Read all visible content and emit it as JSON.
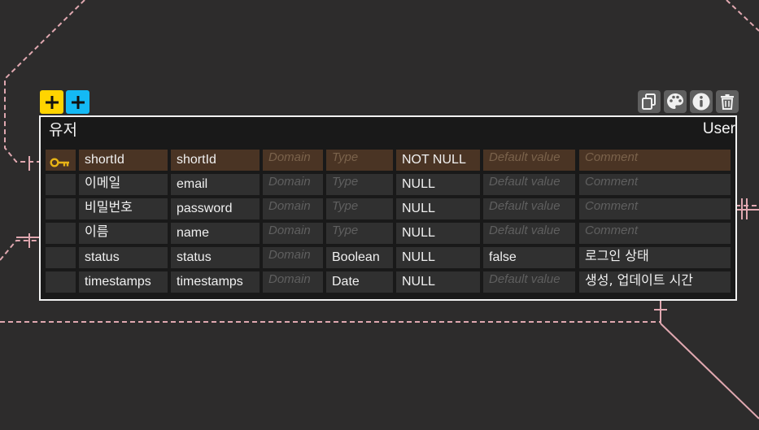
{
  "entity": {
    "logical_name": "유저",
    "physical_name": "User"
  },
  "colors": {
    "add_column_button": "#ffd400",
    "add_index_button": "#14b9f5",
    "relationship_line": "#e0a8b0",
    "primary_key_icon": "#e8b415",
    "primary_key_row": "#4a3424"
  },
  "icons": {
    "add_column": "plus",
    "add_index": "plus",
    "copy": "copy-icon",
    "color": "palette-icon",
    "info": "info-icon",
    "delete": "trash-icon",
    "primary_key": "key-icon"
  },
  "columns": [
    {
      "key": true,
      "name": "shortId",
      "physical": "shortId",
      "domain": "Domain",
      "type": "Type",
      "type_set": false,
      "nullable": "NOT NULL",
      "default": "Default value",
      "default_set": false,
      "comment": "Comment",
      "comment_set": false
    },
    {
      "key": false,
      "name": "이메일",
      "physical": "email",
      "domain": "Domain",
      "type": "Type",
      "type_set": false,
      "nullable": "NULL",
      "default": "Default value",
      "default_set": false,
      "comment": "Comment",
      "comment_set": false
    },
    {
      "key": false,
      "name": "비밀번호",
      "physical": "password",
      "domain": "Domain",
      "type": "Type",
      "type_set": false,
      "nullable": "NULL",
      "default": "Default value",
      "default_set": false,
      "comment": "Comment",
      "comment_set": false
    },
    {
      "key": false,
      "name": "이름",
      "physical": "name",
      "domain": "Domain",
      "type": "Type",
      "type_set": false,
      "nullable": "NULL",
      "default": "Default value",
      "default_set": false,
      "comment": "Comment",
      "comment_set": false
    },
    {
      "key": false,
      "name": "status",
      "physical": "status",
      "domain": "Domain",
      "type": "Boolean",
      "type_set": true,
      "nullable": "NULL",
      "default": "false",
      "default_set": true,
      "comment": "로그인 상태",
      "comment_set": true
    },
    {
      "key": false,
      "name": "timestamps",
      "physical": "timestamps",
      "domain": "Domain",
      "type": "Date",
      "type_set": true,
      "nullable": "NULL",
      "default": "Default value",
      "default_set": false,
      "comment": "생성, 업데이트 시간",
      "comment_set": true
    }
  ]
}
